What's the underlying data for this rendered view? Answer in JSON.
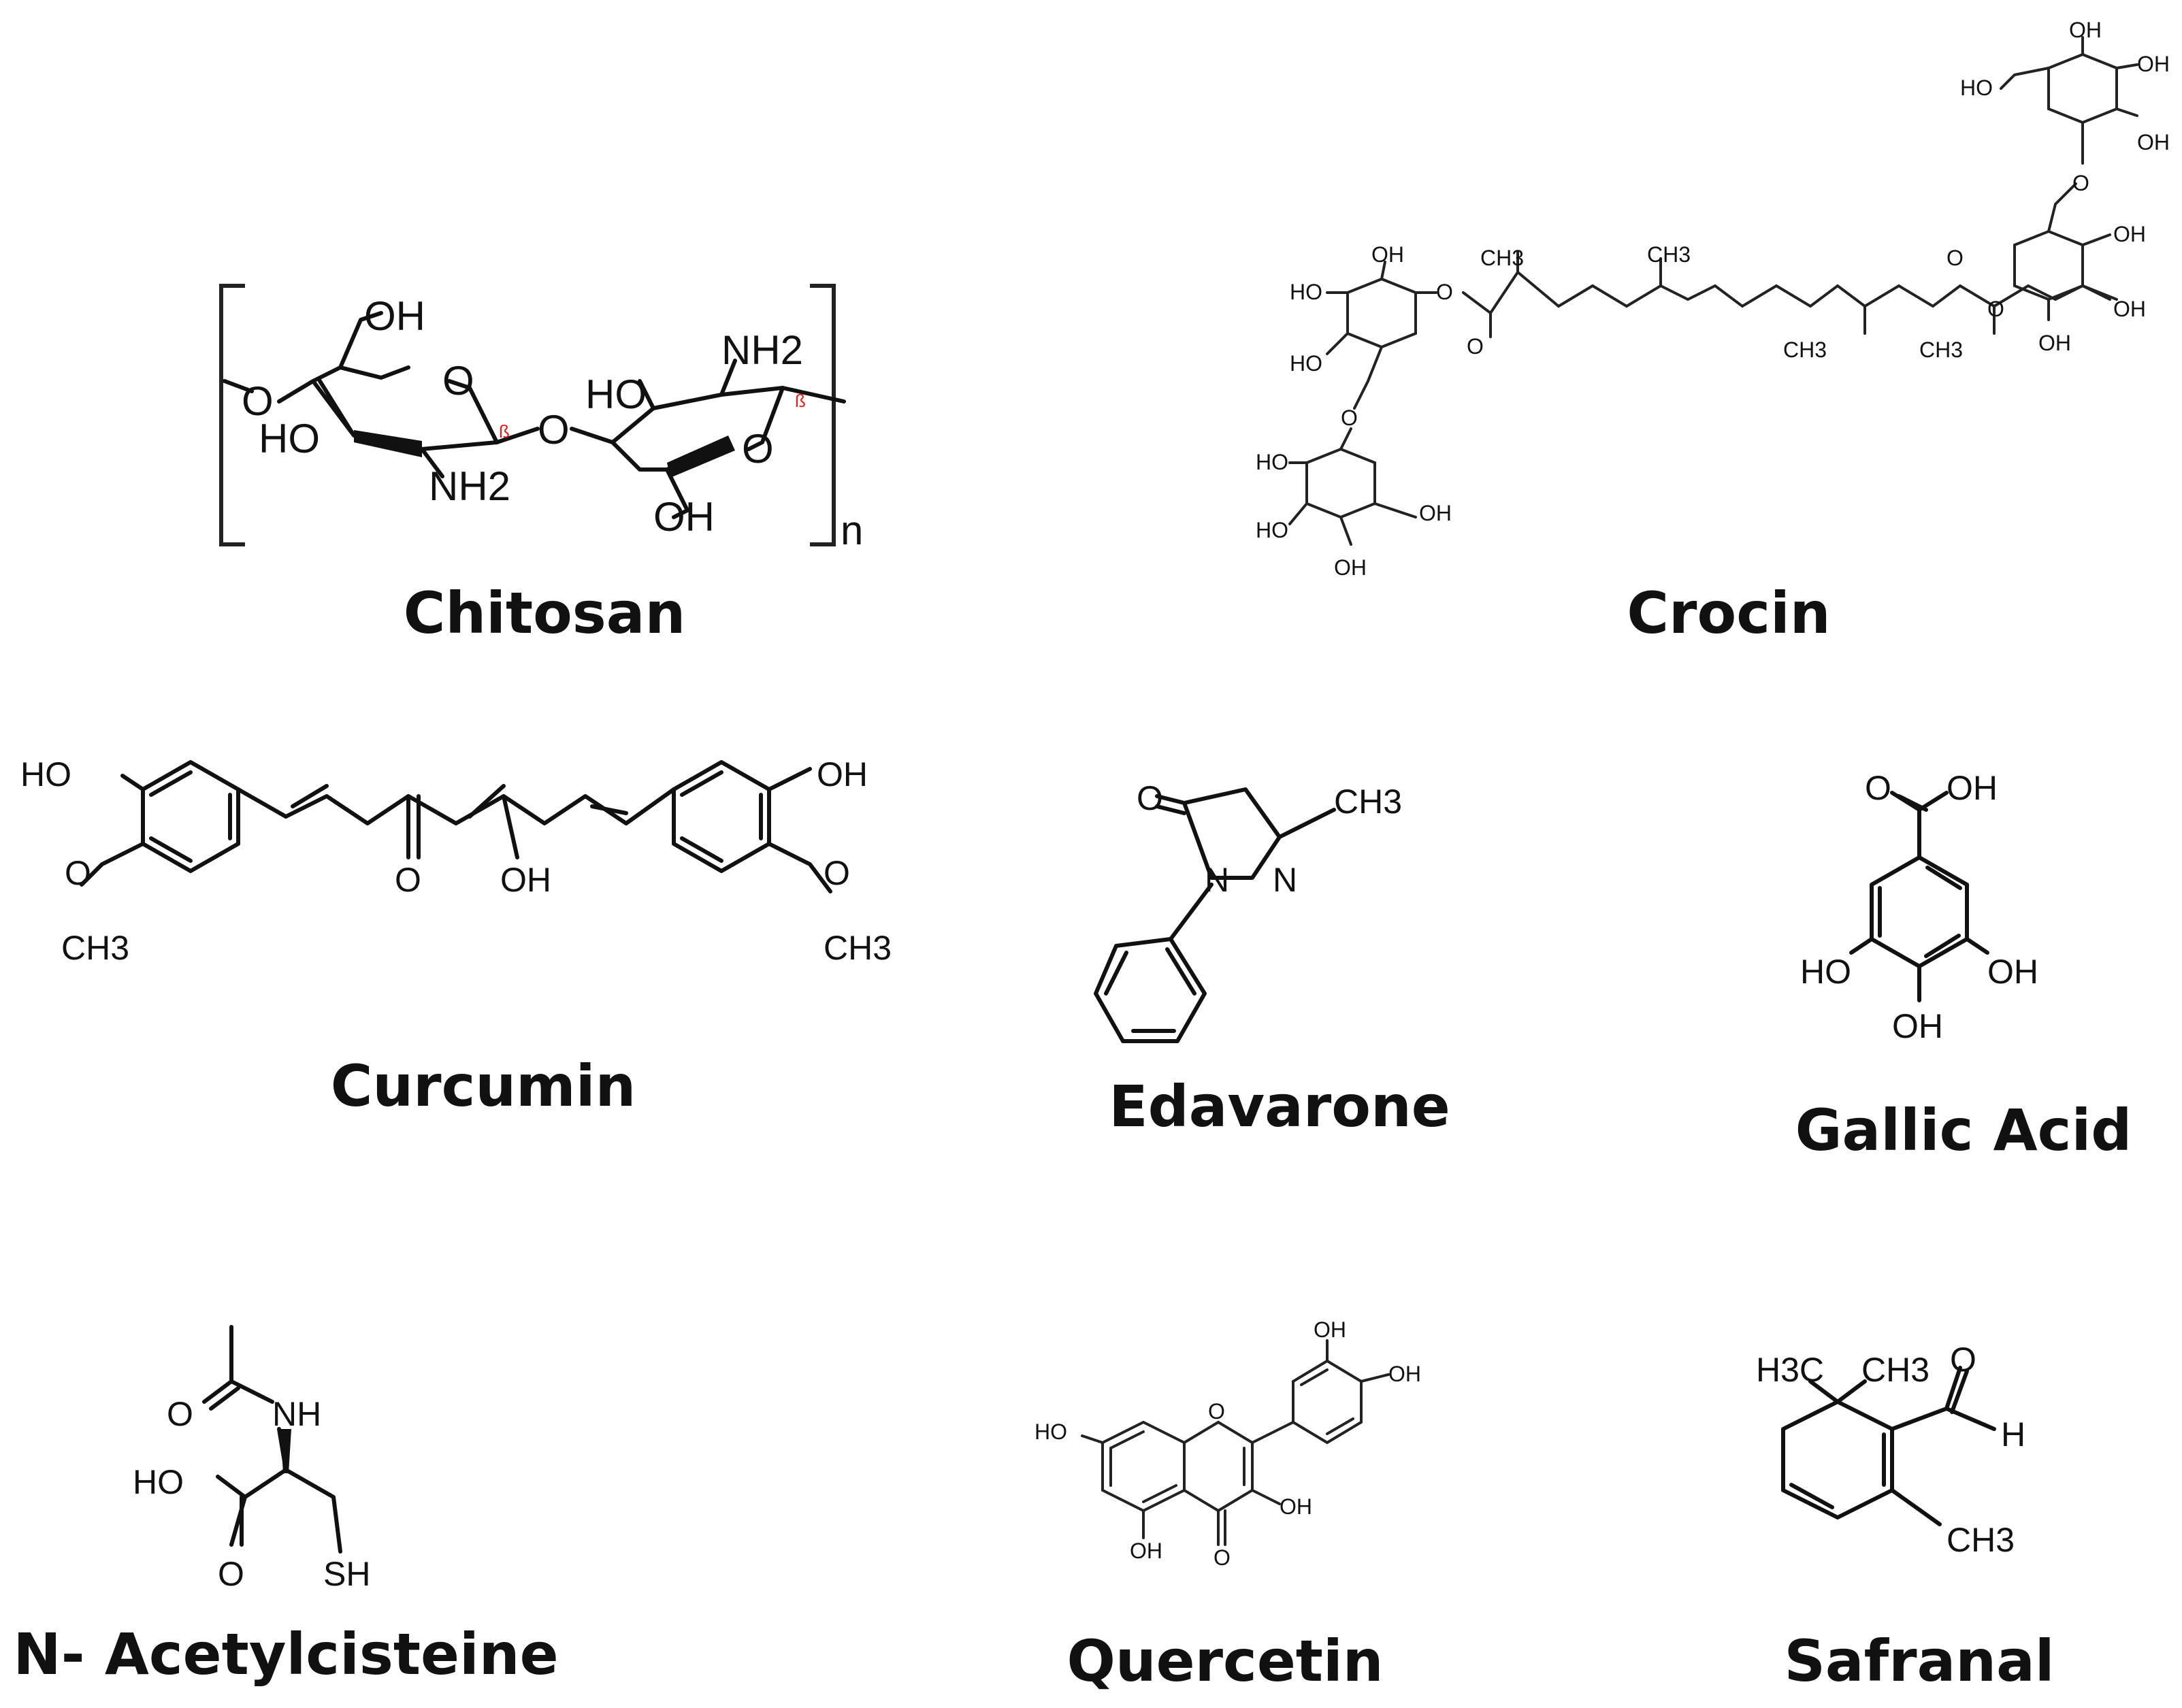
{
  "molecules": {
    "chitosan": {
      "name": "Chitosan",
      "labels": {
        "oh1": "OH",
        "o_left": "O",
        "o_ring1": "O",
        "ho1": "HO",
        "nh2_1": "NH2",
        "o_link": "O",
        "ho2": "HO",
        "nh2_2": "NH2",
        "o_ring2": "O",
        "oh2": "OH",
        "beta1": "ß",
        "beta2": "ß",
        "repeat": "n"
      }
    },
    "crocin": {
      "name": "Crocin",
      "labels": {
        "ch3_a": "CH3",
        "ch3_b": "CH3",
        "ch3_c": "CH3",
        "ch3_d": "CH3",
        "ho_l1": "HO",
        "oh_l1": "OH",
        "ho_l2": "HO",
        "o_ester_l": "O",
        "o_carb_l": "O",
        "o_link_l": "O",
        "ho_l3": "HO",
        "ho_l4": "HO",
        "oh_l4": "OH",
        "oh_l5": "OH",
        "o_ester_r": "O",
        "o_carb_r": "O",
        "oh_r1": "OH",
        "oh_r2": "OH",
        "oh_r3": "OH",
        "o_link_r": "O",
        "ho_r4": "HO",
        "oh_r5": "OH",
        "oh_r6": "OH",
        "oh_r7": "OH"
      }
    },
    "curcumin": {
      "name": "Curcumin",
      "labels": {
        "ho_left": "HO",
        "o_left": "O",
        "ch3_left": "CH3",
        "o_keto": "O",
        "oh_enol": "OH",
        "oh_right": "OH",
        "o_right": "O",
        "ch3_right": "CH3"
      }
    },
    "edavarone": {
      "name": "Edavarone",
      "labels": {
        "o": "O",
        "n1": "N",
        "n2": "N",
        "ch3": "CH3"
      }
    },
    "gallic_acid": {
      "name": "Gallic Acid",
      "labels": {
        "o": "O",
        "oh_acid": "OH",
        "ho": "HO",
        "oh_right": "OH",
        "oh_bottom": "OH"
      }
    },
    "nac": {
      "name": "N- Acetylcisteine",
      "labels": {
        "o_acetyl": "O",
        "nh": "NH",
        "ho": "HO",
        "o_acid": "O",
        "sh": "SH"
      }
    },
    "quercetin": {
      "name": "Quercetin",
      "labels": {
        "oh_top": "OH",
        "oh_right": "OH",
        "ho_left": "HO",
        "o_ring": "O",
        "oh_3": "OH",
        "oh_5": "OH",
        "o_keto": "O"
      }
    },
    "safranal": {
      "name": "Safranal",
      "labels": {
        "h3c": "H3C",
        "ch3_top": "CH3",
        "o": "O",
        "h": "H",
        "ch3_bottom": "CH3"
      }
    }
  }
}
